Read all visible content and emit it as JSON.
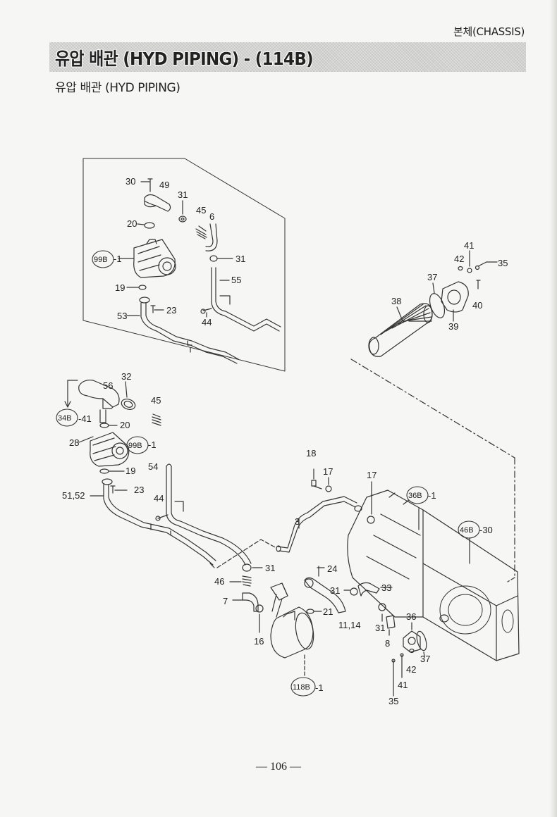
{
  "header": {
    "section": "본체(CHASSIS)",
    "banner_title": "유압 배관 (HYD PIPING) - (114B)",
    "subtitle": "유압 배관 (HYD PIPING)"
  },
  "callouts": {
    "n30": "30",
    "n49": "49",
    "n31a": "31",
    "n45a": "45",
    "n6": "6",
    "n20a": "20",
    "ref99b_a": "99B",
    "suffix_1a": "-1",
    "n31b": "31",
    "n19a": "19",
    "n55": "55",
    "n53": "53",
    "n23a": "23",
    "n44a": "44",
    "n41a": "41",
    "n42a": "42",
    "n35a": "35",
    "n37a": "37",
    "n38": "38",
    "n40": "40",
    "n39": "39",
    "n32": "32",
    "n56": "56",
    "ref34b": "34B",
    "suffix_41": "-41",
    "n45b": "45",
    "n20b": "20",
    "n28": "28",
    "ref99b_b": "99B",
    "suffix_1b": "-1",
    "n19b": "19",
    "n54": "54",
    "n23b": "23",
    "n5152": "51,52",
    "n44b": "44",
    "n18": "18",
    "n17a": "17",
    "n17b": "17",
    "ref36b": "36B",
    "suffix_1c": "-1",
    "ref46b": "46B",
    "suffix_30": "-30",
    "n3": "3",
    "n31c": "31",
    "n24": "24",
    "n46": "46",
    "n31d": "31",
    "n33": "33",
    "n7": "7",
    "n21": "21",
    "n1114": "11,14",
    "n31e": "31",
    "n36": "36",
    "n16": "16",
    "n8": "8",
    "n37b": "37",
    "n42b": "42",
    "n41b": "41",
    "ref118b": "118B",
    "suffix_1d": "-1",
    "n35b": "35"
  },
  "footer": {
    "page_number": "— 106 —"
  }
}
